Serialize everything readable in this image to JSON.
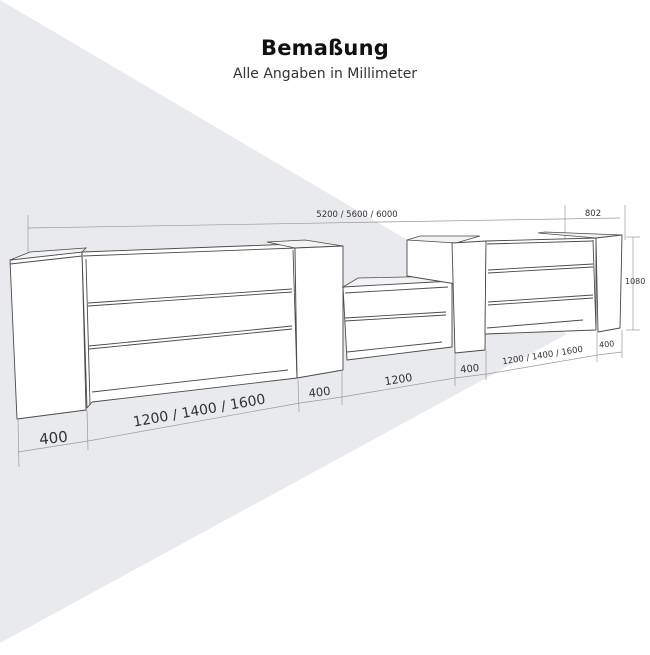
{
  "header": {
    "title": "Bemaßung",
    "subtitle": "Alle Angaben in Millimeter"
  },
  "colors": {
    "background": "#ffffff",
    "light_cone": "#e9eaee",
    "line": "#4a4a4a",
    "dimension_line": "#9a9a9a",
    "text": "#333333"
  },
  "dimensions": {
    "total_length": "5200 / 5600 / 6000",
    "depth_right": "802",
    "height": "1080",
    "left_pillar_width": "400",
    "left_desk_width": "1200 / 1400 / 1600",
    "middle_pillar_width": "400",
    "low_desk_width": "1200",
    "right_pillar_width": "400",
    "right_desk_width": "1200 / 1400 / 1600",
    "right_end_width": "400"
  }
}
